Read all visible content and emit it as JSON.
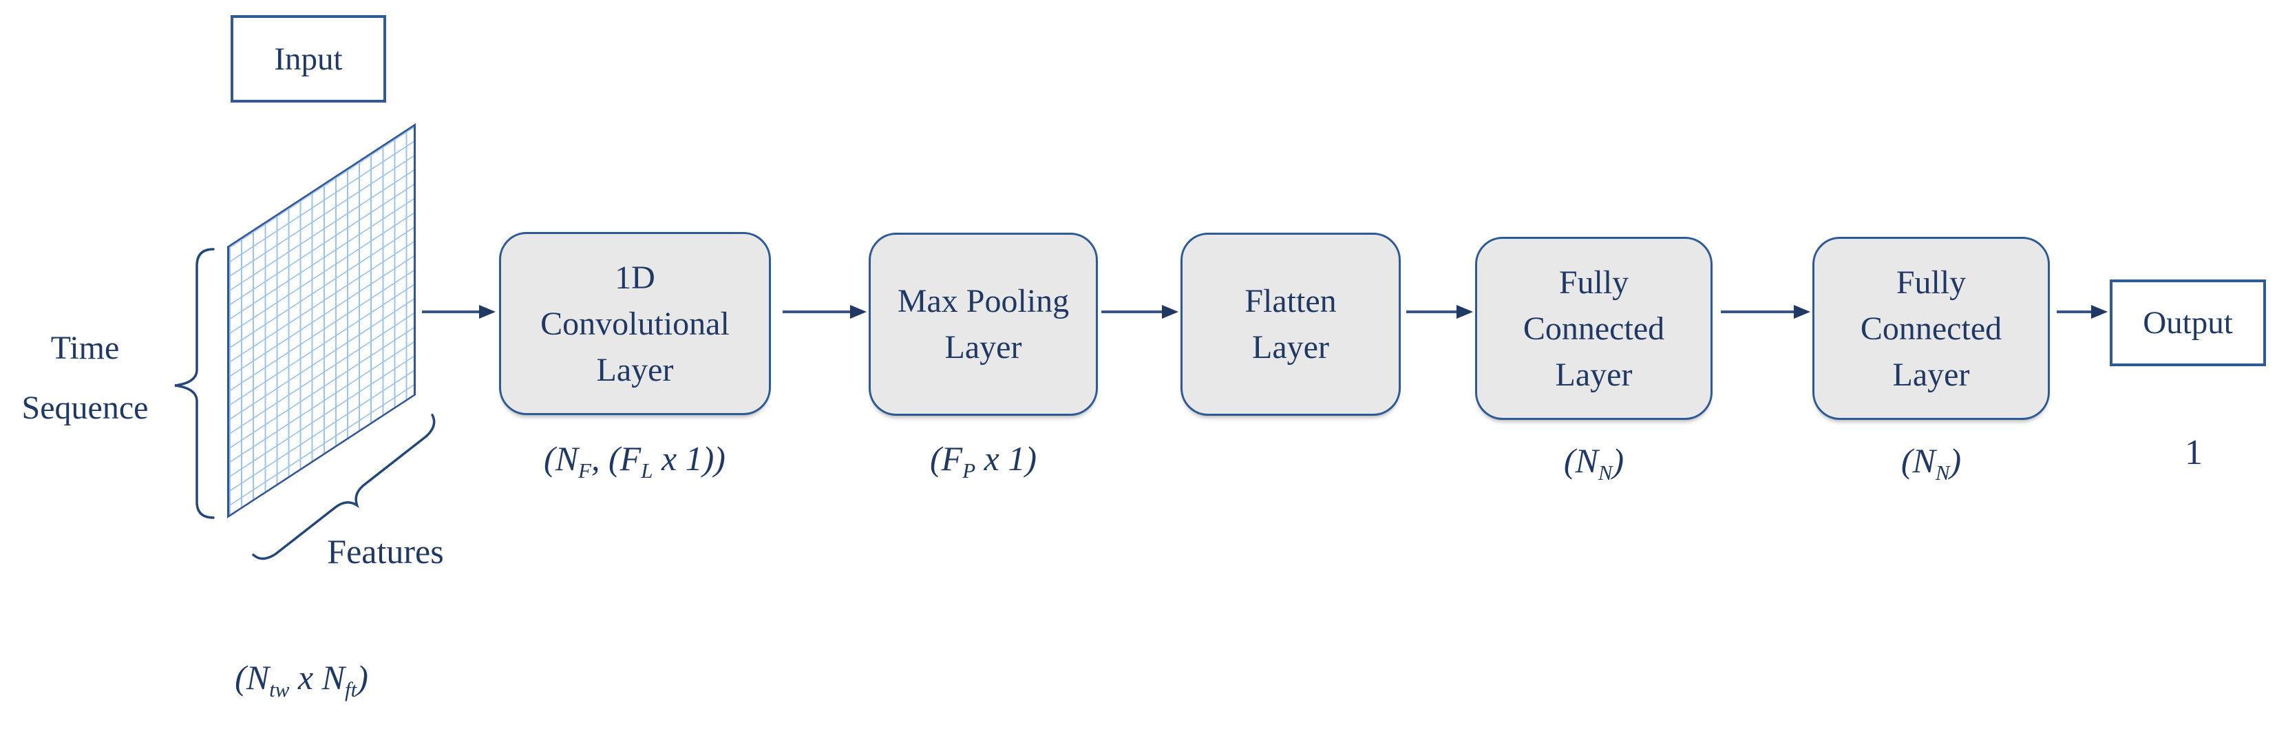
{
  "io": {
    "input_label": "Input",
    "output_label": "Output",
    "output_size_label": "1"
  },
  "grid": {
    "left_label_line1": "Time",
    "left_label_line2": "Sequence",
    "bottom_label": "Features",
    "dims_parts": [
      {
        "t": "(N",
        "s": "tw"
      },
      {
        "t": " x N",
        "s": "ft"
      },
      {
        "t": ")",
        "s": ""
      }
    ]
  },
  "layers": [
    {
      "lines": [
        "1D",
        "Convolutional",
        "Layer"
      ],
      "formula_parts": [
        {
          "t": "(N",
          "s": "F"
        },
        {
          "t": ", (F",
          "s": "L"
        },
        {
          "t": " x 1))",
          "s": ""
        }
      ]
    },
    {
      "lines": [
        "Max Pooling",
        "Layer"
      ],
      "formula_parts": [
        {
          "t": "(F",
          "s": "P"
        },
        {
          "t": " x 1)",
          "s": ""
        }
      ]
    },
    {
      "lines": [
        "Flatten",
        "Layer"
      ],
      "formula_parts": []
    },
    {
      "lines": [
        "Fully",
        "Connected",
        "Layer"
      ],
      "formula_parts": [
        {
          "t": "(N",
          "s": "N"
        },
        {
          "t": ")",
          "s": ""
        }
      ]
    },
    {
      "lines": [
        "Fully",
        "Connected",
        "Layer"
      ],
      "formula_parts": [
        {
          "t": "(N",
          "s": "N"
        },
        {
          "t": ")",
          "s": ""
        }
      ]
    }
  ],
  "colors": {
    "text_navy": "#1F3864",
    "box_border_blue": "#2E5A96",
    "box_fill_gray": "#E9E8E8",
    "grid_line_blue": "#9CC3EC",
    "arrow_blue": "#35568C"
  }
}
